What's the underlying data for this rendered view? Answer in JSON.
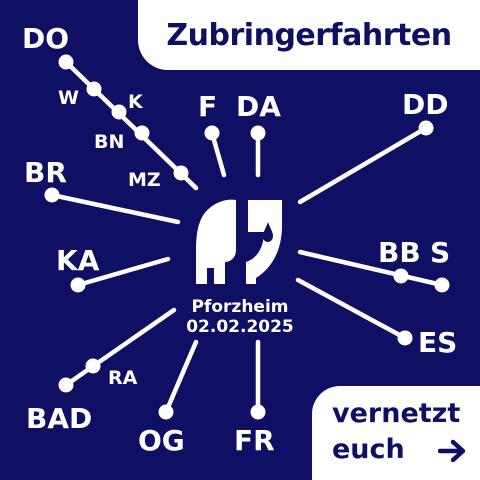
{
  "title": "Zubringerfahrten",
  "center": {
    "city": "Pforzheim",
    "date": "02.02.2025",
    "logo": "elephant-icon"
  },
  "cta": {
    "line1": "vernetzt",
    "line2": "euch",
    "arrow": "arrow-right-icon"
  },
  "stops": {
    "DO": "DO",
    "W": "W",
    "K": "K",
    "BN": "BN",
    "MZ": "MZ",
    "F": "F",
    "DA": "DA",
    "DD": "DD",
    "BR": "BR",
    "KA": "KA",
    "BB": "BB",
    "S": "S",
    "ES": "ES",
    "BAD": "BAD",
    "RA": "RA",
    "OG": "OG",
    "FR": "FR"
  },
  "colors": {
    "background": "#0f0f63",
    "foreground": "#ffffff"
  }
}
